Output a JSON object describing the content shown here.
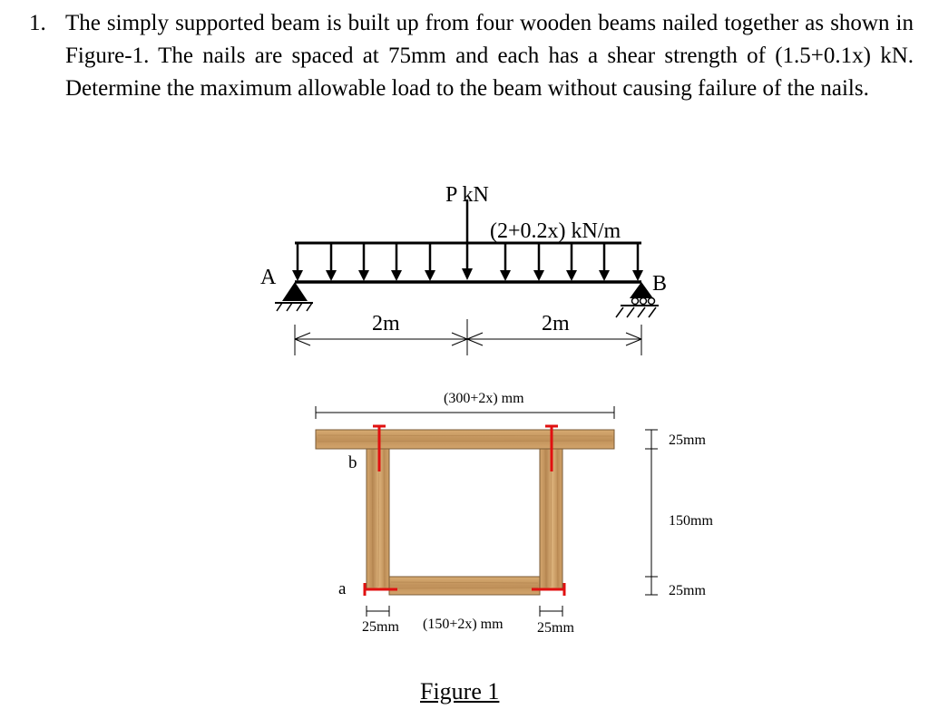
{
  "question": {
    "number": "1.",
    "text": "The simply supported beam is built up from four wooden beams nailed together as shown in Figure-1. The nails are spaced at 75mm and each has a shear strength of (1.5+0.1x) kN. Determine the maximum allowable load to the beam without causing failure of the nails."
  },
  "beam_diagram": {
    "point_load_label": "P kN",
    "distributed_load_label": "(2+0.2x) kN/m",
    "support_left_label": "A",
    "support_right_label": "B",
    "span_left_label": "2m",
    "span_right_label": "2m"
  },
  "cross_section": {
    "top_width_label": "(300+2x) mm",
    "top_flange_thickness_label": "25mm",
    "web_height_label": "150mm",
    "bottom_flange_thickness_label": "25mm",
    "point_b_label": "b",
    "point_a_label": "a",
    "left_web_width_label": "25mm",
    "inner_width_label": "(150+2x) mm",
    "right_web_width_label": "25mm"
  },
  "colors": {
    "wood_plank": "#c89a60",
    "wood_web": "#cfa36b",
    "nail": "#e01010",
    "line": "#000000"
  },
  "figure_caption": "Figure 1"
}
